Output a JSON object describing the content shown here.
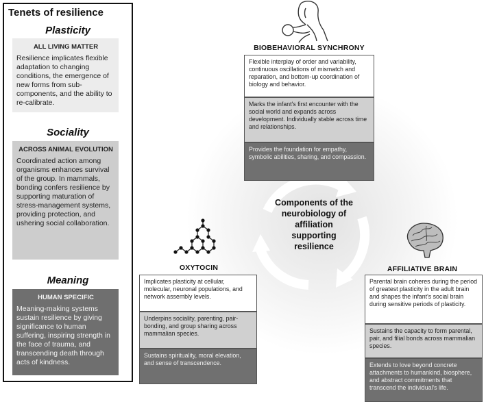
{
  "tenets": {
    "title": "Tenets of resilience",
    "plasticity": {
      "heading": "Plasticity",
      "subheading": "ALL LIVING MATTER",
      "text": "Resilience implicates flexible adaptation to changing conditions, the emergence of new forms from sub-components, and the ability to re-calibrate."
    },
    "sociality": {
      "heading": "Sociality",
      "subheading": "ACROSS ANIMAL EVOLUTION",
      "text": "Coordinated action among organisms enhances survival of the group. In mammals, bonding confers resilience by supporting maturation of stress-management systems, providing protection, and ushering social collaboration."
    },
    "meaning": {
      "heading": "Meaning",
      "subheading": "HUMAN SPECIFIC",
      "text": "Meaning-making systems sustain resilience by giving significance to human suffering, inspiring strength in the face of trauma, and transcending death through acts of kindness."
    }
  },
  "center": {
    "text": "Components of the neurobiology of affiliation supporting resilience"
  },
  "biobehavioral": {
    "title": "BIOBEHAVIORAL SYNCHRONY",
    "cells": [
      "Flexible interplay of order and variability, continuous oscillations of mismatch and reparation, and bottom-up coordination of biology and behavior.",
      "Marks the infant's first encounter with the social world and expands across development. Individually stable across time and relationships.",
      "Provides the foundation for empathy, symbolic abilities, sharing, and compassion."
    ]
  },
  "oxytocin": {
    "title": "OXYTOCIN",
    "cells": [
      "Implicates plasticity at cellular, molecular, neuronal populations, and network assembly levels.",
      "Underpins sociality, parenting, pair-bonding, and group sharing across mammalian species.",
      "Sustains spirituality, moral elevation, and sense of transcendence."
    ]
  },
  "brain": {
    "title": "AFFILIATIVE BRAIN",
    "cells": [
      "Parental brain coheres during the period of greatest plasticity in the adult brain and shapes the infant's social brain during sensitive periods of plasticity.",
      "Sustains the capacity to form parental, pair, and filial bonds across mammalian species.",
      "Extends to love beyond concrete attachments to humankind, biosphere, and abstract commitments that transcend the individual's life."
    ]
  },
  "colors": {
    "light": "#ececec",
    "medium": "#cdcdcd",
    "dark": "#6f6f6f"
  }
}
